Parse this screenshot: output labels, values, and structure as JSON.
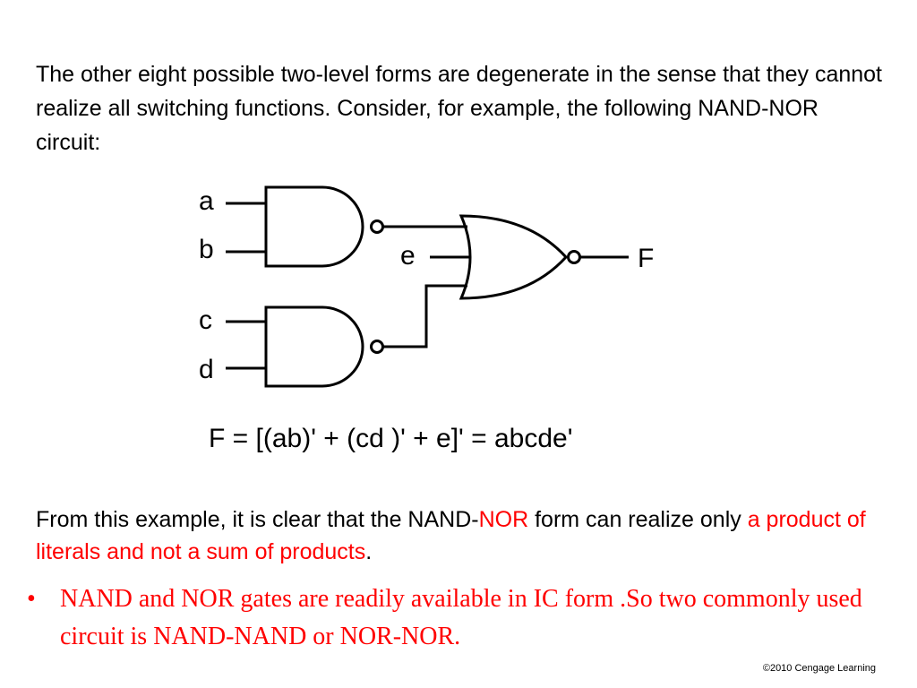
{
  "intro": "The other eight possible two-level forms are degenerate in the sense that they cannot realize all switching functions. Consider, for example, the following NAND-NOR circuit:",
  "diagram": {
    "inputs": {
      "a": "a",
      "b": "b",
      "c": "c",
      "d": "d",
      "e": "e"
    },
    "output": "F"
  },
  "formula": "F = [(ab)' + (cd )' + e]' = abcde'",
  "conclusion": {
    "part1": "From this example, it is clear that the NAND-",
    "highlight1": "NOR",
    "part2": " form can realize only ",
    "highlight2": "a product of literals and not a sum of products",
    "part3": "."
  },
  "bullet": {
    "marker": "•",
    "text": "NAND and NOR gates are readily available in IC form .So two commonly used circuit is NAND-NAND or NOR-NOR."
  },
  "copyright": "©2010 Cengage Learning",
  "colors": {
    "highlight": "#ff0000",
    "text": "#000000"
  }
}
